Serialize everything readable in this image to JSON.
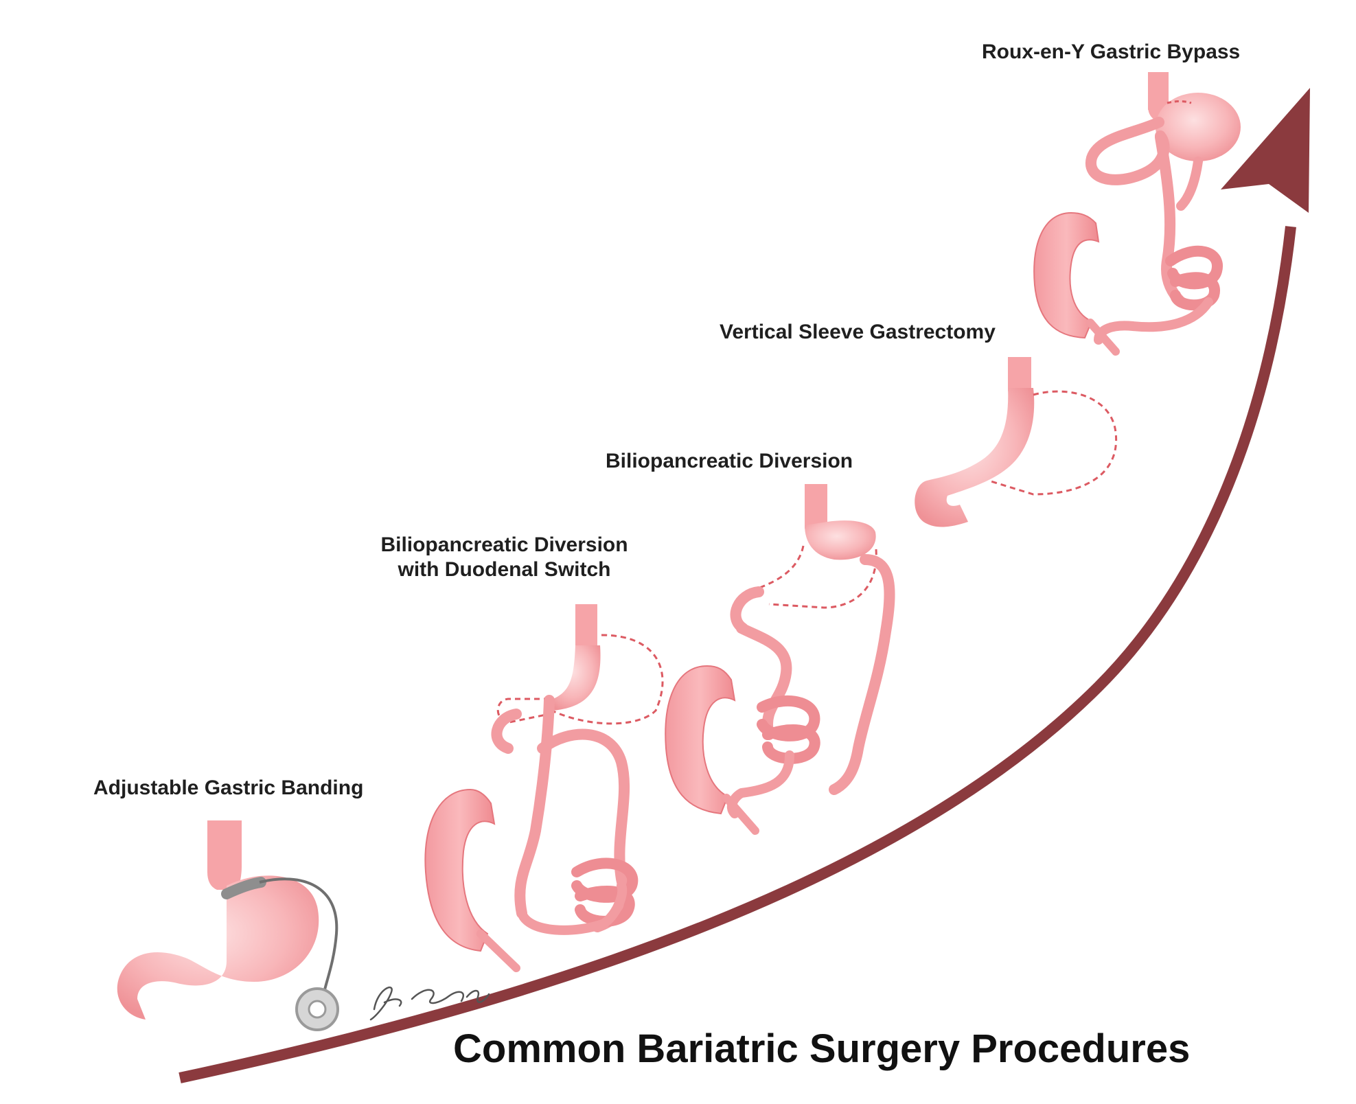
{
  "procedures": [
    {
      "label": "Adjustable Gastric Banding"
    },
    {
      "label_line1": "Biliopancreatic Diversion",
      "label_line2": "with Duodenal Switch"
    },
    {
      "label": "Biliopancreatic Diversion"
    },
    {
      "label": "Vertical Sleeve Gastrectomy"
    },
    {
      "label": "Roux-en-Y Gastric Bypass"
    }
  ],
  "title": "Common Bariatric Surgery Procedures",
  "colors": {
    "arrow": "#8b3a3e",
    "organ": "#f6a4a8",
    "organ_light": "#fbd0d2",
    "organ_dark": "#e9787f",
    "outline": "#dc5a62",
    "band": "#8e8e8e"
  }
}
